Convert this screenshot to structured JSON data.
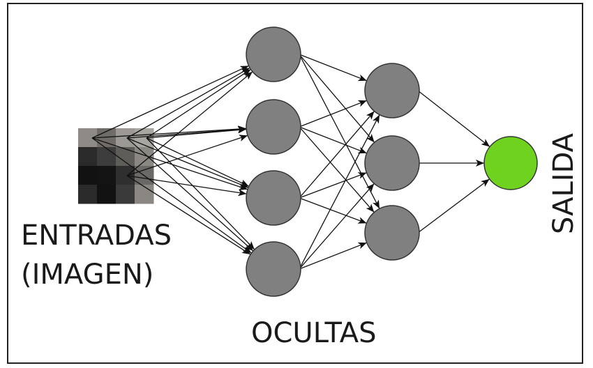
{
  "labels": {
    "inputs_line1": "ENTRADAS",
    "inputs_line2": "(IMAGEN)",
    "hidden": "OCULTAS",
    "output": "SALIDA"
  },
  "colors": {
    "hidden_node": "#808080",
    "output_node": "#6fd21e",
    "edge": "#111111",
    "frame": "#222222"
  },
  "input_image": {
    "pixels": [
      [
        "#8e8b86",
        "#6f6c68",
        "#9c9994",
        "#a9a6a1"
      ],
      [
        "#2a2a2a",
        "#3c3c3c",
        "#5e5d5a",
        "#8b8884"
      ],
      [
        "#121212",
        "#141414",
        "#2f2f2f",
        "#6b6966"
      ],
      [
        "#2a2a2a",
        "#121212",
        "#3a3a3a",
        "#8a8783"
      ]
    ]
  },
  "network": {
    "layers": [
      {
        "name": "input",
        "nodes": 4
      },
      {
        "name": "hidden1",
        "nodes": 4
      },
      {
        "name": "hidden2",
        "nodes": 3
      },
      {
        "name": "output",
        "nodes": 1
      }
    ]
  }
}
